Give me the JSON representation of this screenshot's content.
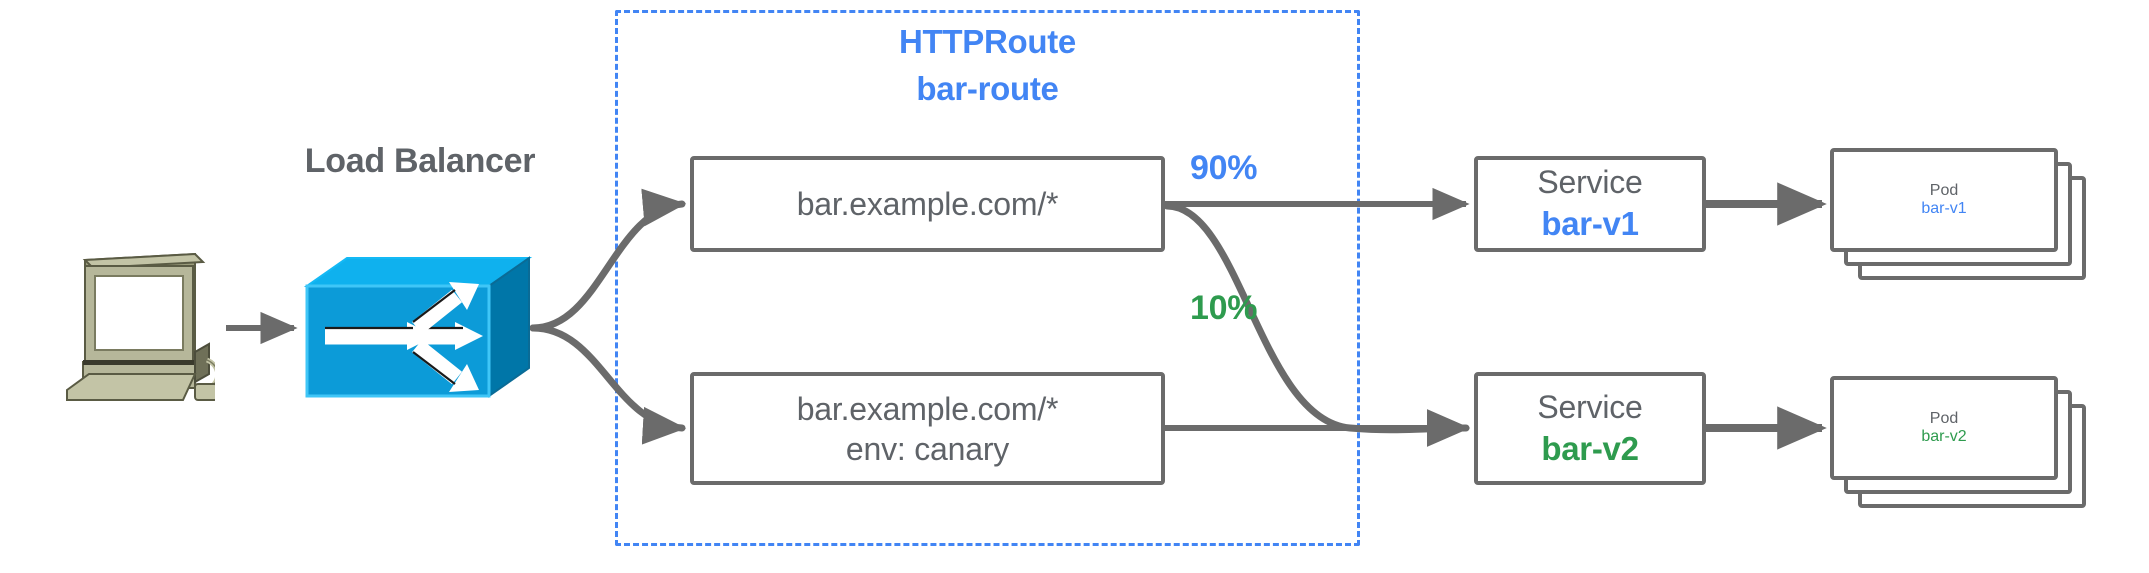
{
  "diagram": {
    "title": "HTTPRoute traffic splitting canary diagram",
    "colors": {
      "blue": "#4285F4",
      "green": "#2E9B4E",
      "gray": "#5f6368",
      "stroke": "#6b6b6b",
      "lb_blue": "#0C9BD8",
      "computer_beige": "#ADAE8C"
    }
  },
  "load_balancer": {
    "label": "Load Balancer",
    "icon": "network-switch-icon"
  },
  "client": {
    "icon": "desktop-computer-icon"
  },
  "httproute": {
    "kind": "HTTPRoute",
    "name": "bar-route"
  },
  "routes": [
    {
      "id": "primary",
      "line1": "bar.example.com/*",
      "line2": "",
      "weight_label": "90%",
      "weight_color": "#4285F4"
    },
    {
      "id": "canary",
      "line1": "bar.example.com/*",
      "line2": "env: canary",
      "weight_label": "10%",
      "weight_color": "#2E9B4E"
    }
  ],
  "weights": {
    "primary": "90%",
    "canary": "10%"
  },
  "services": [
    {
      "kind": "Service",
      "name": "bar-v1",
      "color": "#4285F4"
    },
    {
      "kind": "Service",
      "name": "bar-v2",
      "color": "#2E9B4E"
    }
  ],
  "pods": [
    {
      "kind": "Pod",
      "name": "bar-v1",
      "color": "#4285F4",
      "replicas": 3
    },
    {
      "kind": "Pod",
      "name": "bar-v2",
      "color": "#2E9B4E",
      "replicas": 3
    }
  ]
}
